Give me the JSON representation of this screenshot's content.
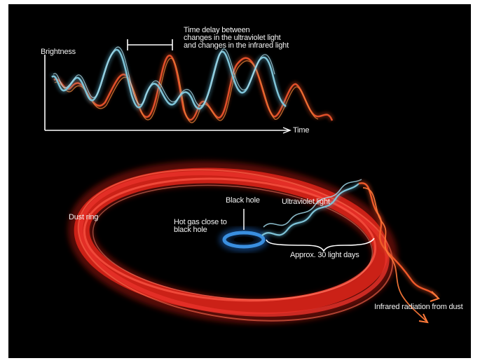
{
  "graph": {
    "y_label": "Brightness",
    "x_label": "Time",
    "delay_label_line1": "Time delay between",
    "delay_label_line2": "changes in the ultraviolet light",
    "delay_label_line3": "and changes in the infrared light"
  },
  "diagram": {
    "black_hole_label": "Black hole",
    "hot_gas_line1": "Hot gas close to",
    "hot_gas_line2": "black hole",
    "uv_label": "Ultraviolet light",
    "distance_label": "Approx. 30 light days",
    "dust_ring_label": "Dust ring",
    "infrared_label": "Infrared radiation from dust"
  },
  "colors": {
    "background": "#000000",
    "ultraviolet": "#7fc4d8",
    "infrared": "#e2502a",
    "dust_ring": "#e8211a",
    "black_hole_glow": "#2a7fd0",
    "text": "#f2f2f2"
  }
}
